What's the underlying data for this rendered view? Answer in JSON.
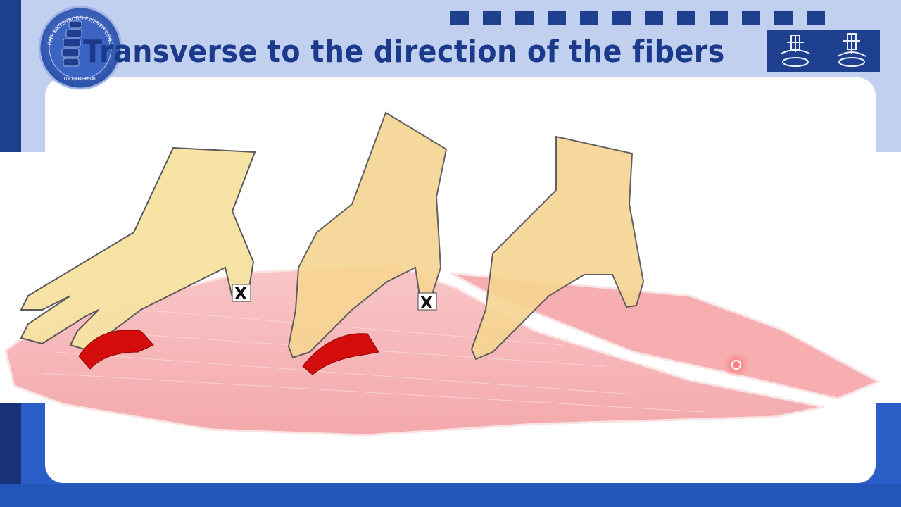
{
  "header": {
    "title": "Transverse to the direction of the fibers",
    "progress_squares": 12,
    "logo": {
      "text_top": "OMT KALTENBORN-EVJENTH CONCEPT",
      "text_bottom": "OMT-JUKOMBAL",
      "icon": "spine-icon"
    },
    "mode_icons": [
      "pressure-grip-icon-1",
      "pressure-grip-icon-2"
    ]
  },
  "illustration": {
    "hands": [
      {
        "name": "hand-1",
        "marker": "X"
      },
      {
        "name": "hand-2",
        "marker": "X"
      },
      {
        "name": "hand-3",
        "marker": ""
      }
    ],
    "arrows": [
      "rotation-arrow-1",
      "rotation-arrow-2"
    ],
    "targets": [
      "target-point-1"
    ]
  },
  "colors": {
    "header_band": "#c2d0ef",
    "dark_blue": "#1f3f8f",
    "bottom_band": "#2b5fc7",
    "muscle": "#f6b8ba",
    "hand": "#f7e2a3",
    "arrow": "#d40c0c"
  }
}
